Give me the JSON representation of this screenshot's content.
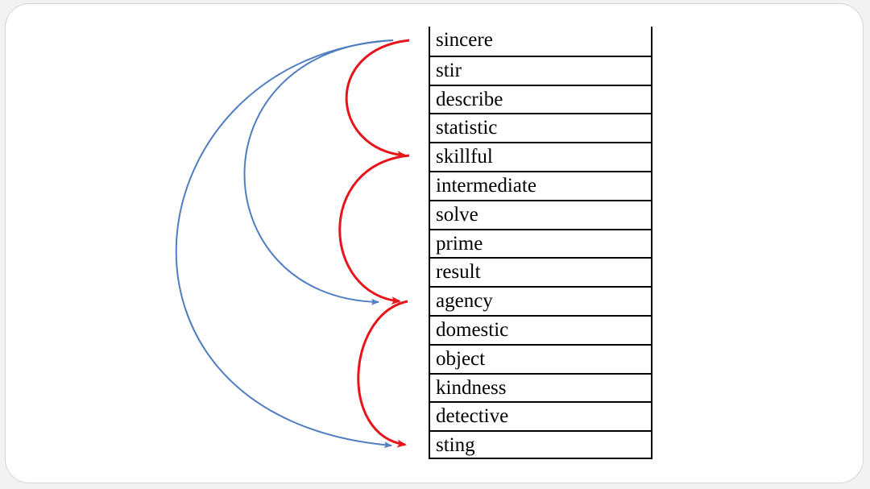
{
  "words": [
    "sincere",
    "stir",
    "describe",
    "statistic",
    "skillful",
    "intermediate",
    "solve",
    "prime",
    "result",
    "agency",
    "domestic",
    "object",
    "kindness",
    "detective",
    "sting"
  ],
  "colors": {
    "red_arrow": "#e8141b",
    "blue_arrow": "#4f7ec2"
  },
  "arrows": {
    "red": [
      {
        "from": "sincere",
        "to": "skillful"
      },
      {
        "from": "skillful",
        "to": "agency"
      },
      {
        "from": "agency",
        "to": "sting"
      }
    ],
    "blue": [
      {
        "from": "sincere",
        "to": "agency"
      },
      {
        "from": "sincere",
        "to": "sting"
      }
    ]
  }
}
